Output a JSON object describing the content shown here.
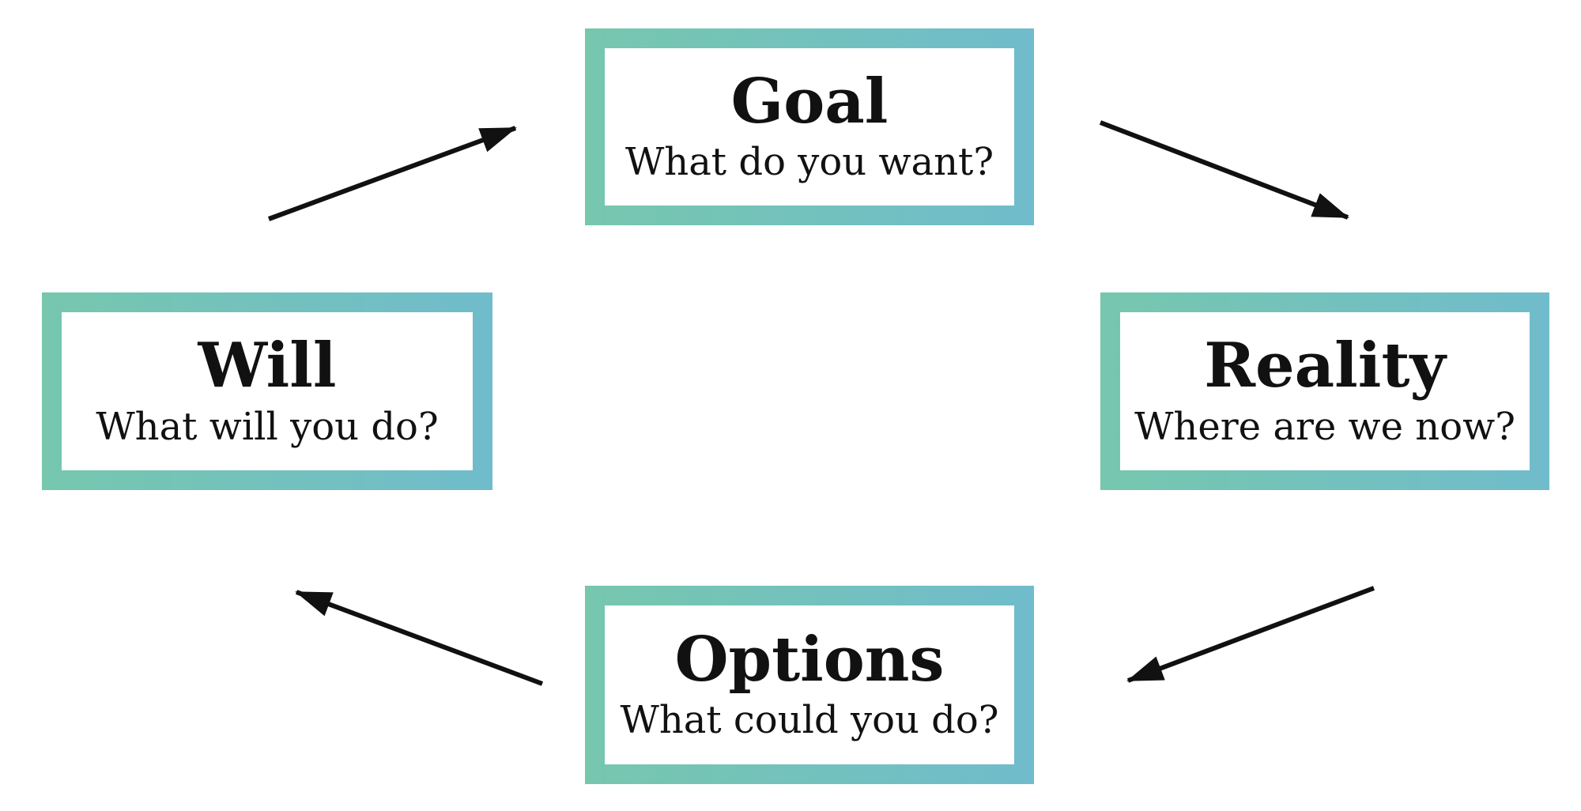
{
  "diagram": {
    "type": "cycle",
    "boxes": [
      {
        "id": "goal",
        "title": "Goal",
        "subtitle": "What do you want?"
      },
      {
        "id": "reality",
        "title": "Reality",
        "subtitle": "Where are we now?"
      },
      {
        "id": "options",
        "title": "Options",
        "subtitle": "What could you do?"
      },
      {
        "id": "will",
        "title": "Will",
        "subtitle": "What will you do?"
      }
    ],
    "arrows": [
      {
        "from": "will",
        "to": "goal"
      },
      {
        "from": "goal",
        "to": "reality"
      },
      {
        "from": "reality",
        "to": "options"
      },
      {
        "from": "options",
        "to": "will"
      }
    ],
    "colors": {
      "border_gradient_start": "#76C7AE",
      "border_gradient_end": "#70BCCC",
      "box_fill": "#FFFFFF",
      "arrow": "#111111",
      "text": "#111111",
      "background": "#FFFFFF"
    }
  }
}
